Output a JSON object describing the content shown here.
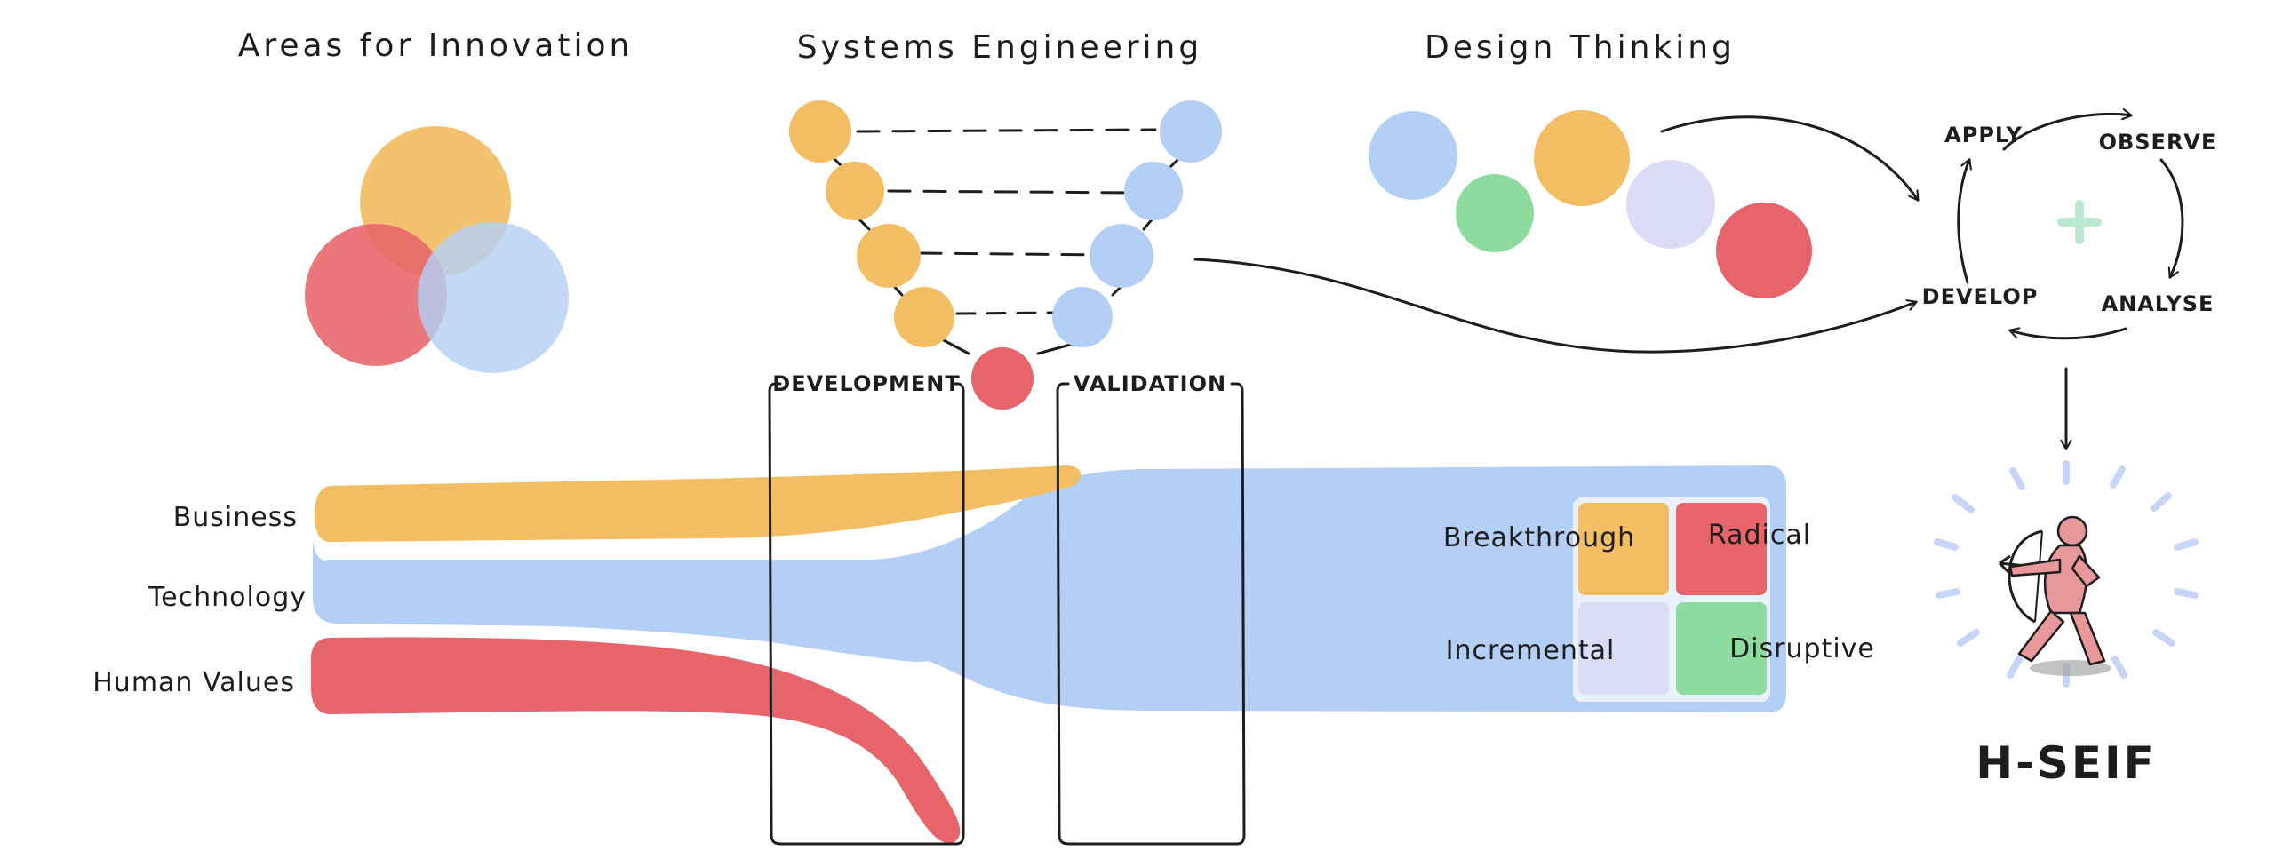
{
  "colors": {
    "yellow": "#f2bd63",
    "red": "#e6646a",
    "blue": "#b3cff5",
    "green": "#8ddb9f",
    "lavender": "#dcdcf6",
    "ink": "#1d1d1d",
    "plus": "#b9ead0",
    "bow_figure": "#e8979a",
    "rays": "#c7d6f6"
  },
  "sections": {
    "areas_title": "Areas for Innovation",
    "systems_title": "Systems Engineering",
    "design_title": "Design Thinking"
  },
  "v_model": {
    "development_label": "DEVELOPMENT",
    "validation_label": "VALIDATION"
  },
  "streams": {
    "business": "Business",
    "technology": "Technology",
    "human_values": "Human Values"
  },
  "matrix": {
    "top_left": "Breakthrough",
    "top_right": "Radical",
    "bottom_left": "Incremental",
    "bottom_right": "Disruptive"
  },
  "cycle": {
    "apply": "APPLY",
    "observe": "OBSERVE",
    "analyse": "ANALYSE",
    "develop": "DEVELOP"
  },
  "brand": "H-SEIF"
}
